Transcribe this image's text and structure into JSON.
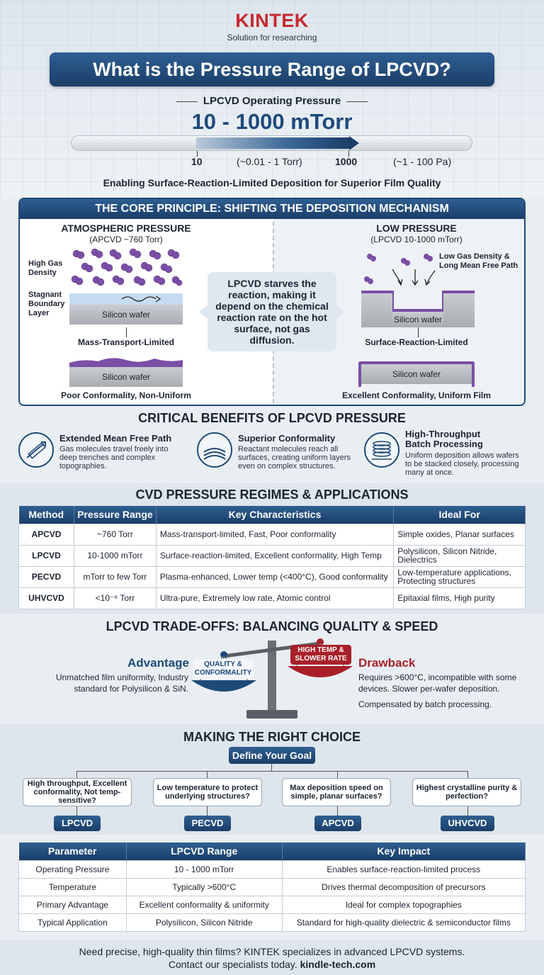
{
  "brand": {
    "logo": "KINTEK",
    "tagline": "Solution for researching"
  },
  "title": "What is the Pressure Range of LPCVD?",
  "operating": {
    "label": "LPCVD Operating Pressure",
    "value": "10 - 1000 mTorr",
    "range_start": "10",
    "range_mid": "(~0.01 - 1 Torr)",
    "range_end": "1000",
    "range_pa": "(~1 - 100 Pa)"
  },
  "subtitle": "Enabling Surface-Reaction-Limited Deposition for Superior Film Quality",
  "core": {
    "heading": "THE CORE PRINCIPLE: SHIFTING THE DEPOSITION MECHANISM",
    "left": {
      "title": "ATMOSPHERIC PRESSURE",
      "sub": "(APCVD ~760 Torr)",
      "label_density": "High Gas Density",
      "label_boundary": "Stagnant Boundary Layer",
      "wafer1": "Silicon wafer",
      "mechanism": "Mass-Transport-Limited",
      "wafer2": "Silicon wafer",
      "result": "Poor Conformality, Non-Uniform"
    },
    "center": "LPCVD starves the reaction, making it depend on the chemical reaction rate on the hot surface, not gas diffusion.",
    "right": {
      "title": "LOW PRESSURE",
      "sub": "(LPCVD 10-1000 mTorr)",
      "label_density": "Low Gas Density & Long Mean Free Path",
      "wafer1": "Silicon wafer",
      "mechanism": "Surface-Reaction-Limited",
      "wafer2": "Silicon wafer",
      "result": "Excellent Conformality, Uniform Film"
    }
  },
  "benefits": {
    "heading": "CRITICAL BENEFITS OF LPCVD PRESSURE",
    "items": [
      {
        "icon": "ruler-arrow-icon",
        "title": "Extended Mean Free Path",
        "text1": "Gas molecules travel freely into",
        "text2": "deep trenches and complex",
        "text3": "topographies."
      },
      {
        "icon": "layers-icon",
        "title": "Superior Conformality",
        "text1": "Reactant molecules reach all",
        "text2": "surfaces, creating uniform layers",
        "text3": "even on complex structures."
      },
      {
        "icon": "wafer-stack-icon",
        "title1": "High-Throughput",
        "title2": "Batch Processing",
        "text1": "Uniform deposition allows wafers",
        "text2": "to be stacked closely, processing",
        "text3": "many at once."
      }
    ]
  },
  "regimes": {
    "heading": "CVD PRESSURE REGIMES & APPLICATIONS",
    "columns": [
      "Method",
      "Pressure Range",
      "Key Characteristics",
      "Ideal For"
    ],
    "rows": [
      [
        "APCVD",
        "~760 Torr",
        "Mass-transport-limited, Fast, Poor conformality",
        "Simple oxides, Planar surfaces"
      ],
      [
        "LPCVD",
        "10-1000 mTorr",
        "Surface-reaction-limited, Excellent conformality, High Temp",
        "Polysilicon, Silicon Nitride, Dielectrics"
      ],
      [
        "PECVD",
        "mTorr to few Torr",
        "Plasma-enhanced, Lower temp (<400°C), Good conformality",
        "Low-temperature applications, Protecting structures"
      ],
      [
        "UHVCVD",
        "<10⁻⁶ Torr",
        "Ultra-pure, Extremely low rate, Atomic control",
        "Epitaxial films, High purity"
      ]
    ]
  },
  "tradeoffs": {
    "heading": "LPCVD TRADE-OFFS: BALANCING QUALITY & SPEED",
    "advantage_title": "Advantage",
    "advantage_text": "Unmatched film uniformity, Industry standard for Polysilicon & SiN.",
    "left_pan": "QUALITY & CONFORMALITY",
    "right_pan": "HIGH TEMP & SLOWER RATE",
    "drawback_title": "Drawback",
    "drawback_text": "Requires >600°C, incompatible with some devices. Slower per-wafer deposition.",
    "drawback_note": "Compensated by batch processing.",
    "colors": {
      "advantage": "#1f4a78",
      "drawback": "#a8202a"
    }
  },
  "choice": {
    "heading": "MAKING THE RIGHT CHOICE",
    "goal": "Define Your Goal",
    "options": [
      {
        "question": "High throughput, Excellent conformality, Not temp-sensitive?",
        "answer": "LPCVD"
      },
      {
        "question": "Low temperature to protect underlying structures?",
        "answer": "PECVD"
      },
      {
        "question": "Max deposition speed on simple, planar surfaces?",
        "answer": "APCVD"
      },
      {
        "question": "Highest crystalline purity & perfection?",
        "answer": "UHVCVD"
      }
    ]
  },
  "params": {
    "columns": [
      "Parameter",
      "LPCVD Range",
      "Key Impact"
    ],
    "rows": [
      [
        "Operating Pressure",
        "10 - 1000 mTorr",
        "Enables surface-reaction-limited process"
      ],
      [
        "Temperature",
        "Typically >600°C",
        "Drives thermal decomposition of precursors"
      ],
      [
        "Primary Advantage",
        "Excellent conformality & uniformity",
        "Ideal for complex topographies"
      ],
      [
        "Typical Application",
        "Polysilicon, Silicon Nitride",
        "Standard for high-quality dielectric & semiconductor films"
      ]
    ]
  },
  "footer": {
    "line1": "Need precise, high-quality thin films? KINTEK specializes in advanced LPCVD systems.",
    "line2": "Contact our specialists today.",
    "link": "kindle-tech.com"
  }
}
